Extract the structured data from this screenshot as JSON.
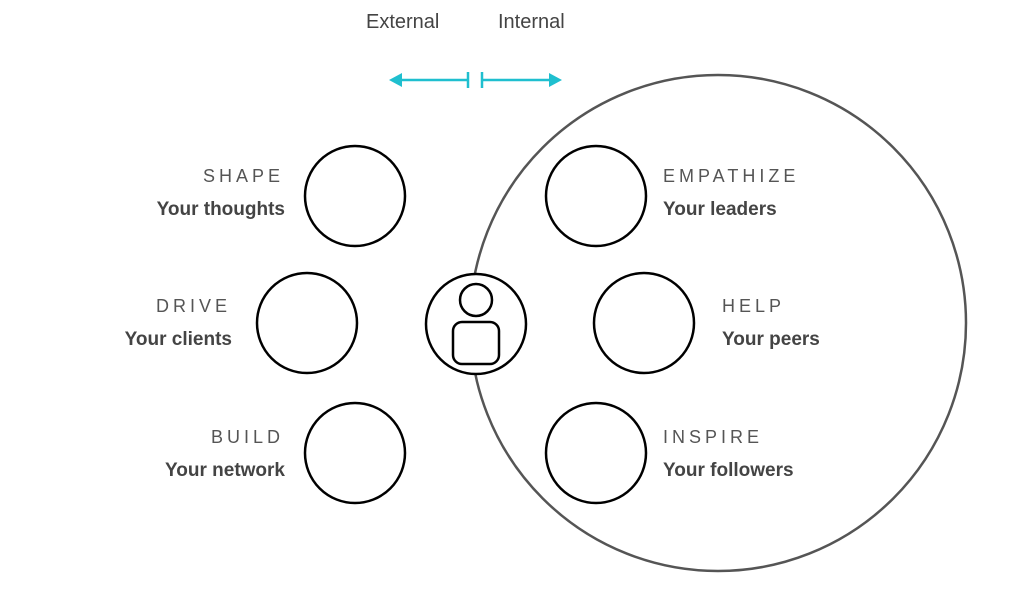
{
  "header": {
    "external_label": "External",
    "internal_label": "Internal"
  },
  "colors": {
    "arrow": "#1fbfcf",
    "outline": "#000000",
    "big_circle": "#555555",
    "title_text": "#555555",
    "subtitle_text": "#444444"
  },
  "nodes": {
    "shape": {
      "title": "SHAPE",
      "subtitle": "Your thoughts"
    },
    "drive": {
      "title": "DRIVE",
      "subtitle": "Your clients"
    },
    "build": {
      "title": "BUILD",
      "subtitle": "Your network"
    },
    "empathize": {
      "title": "EMPATHIZE",
      "subtitle": "Your leaders"
    },
    "help": {
      "title": "HELP",
      "subtitle": "Your peers"
    },
    "inspire": {
      "title": "INSPIRE",
      "subtitle": "Your followers"
    }
  },
  "center": {
    "icon": "person-icon"
  }
}
